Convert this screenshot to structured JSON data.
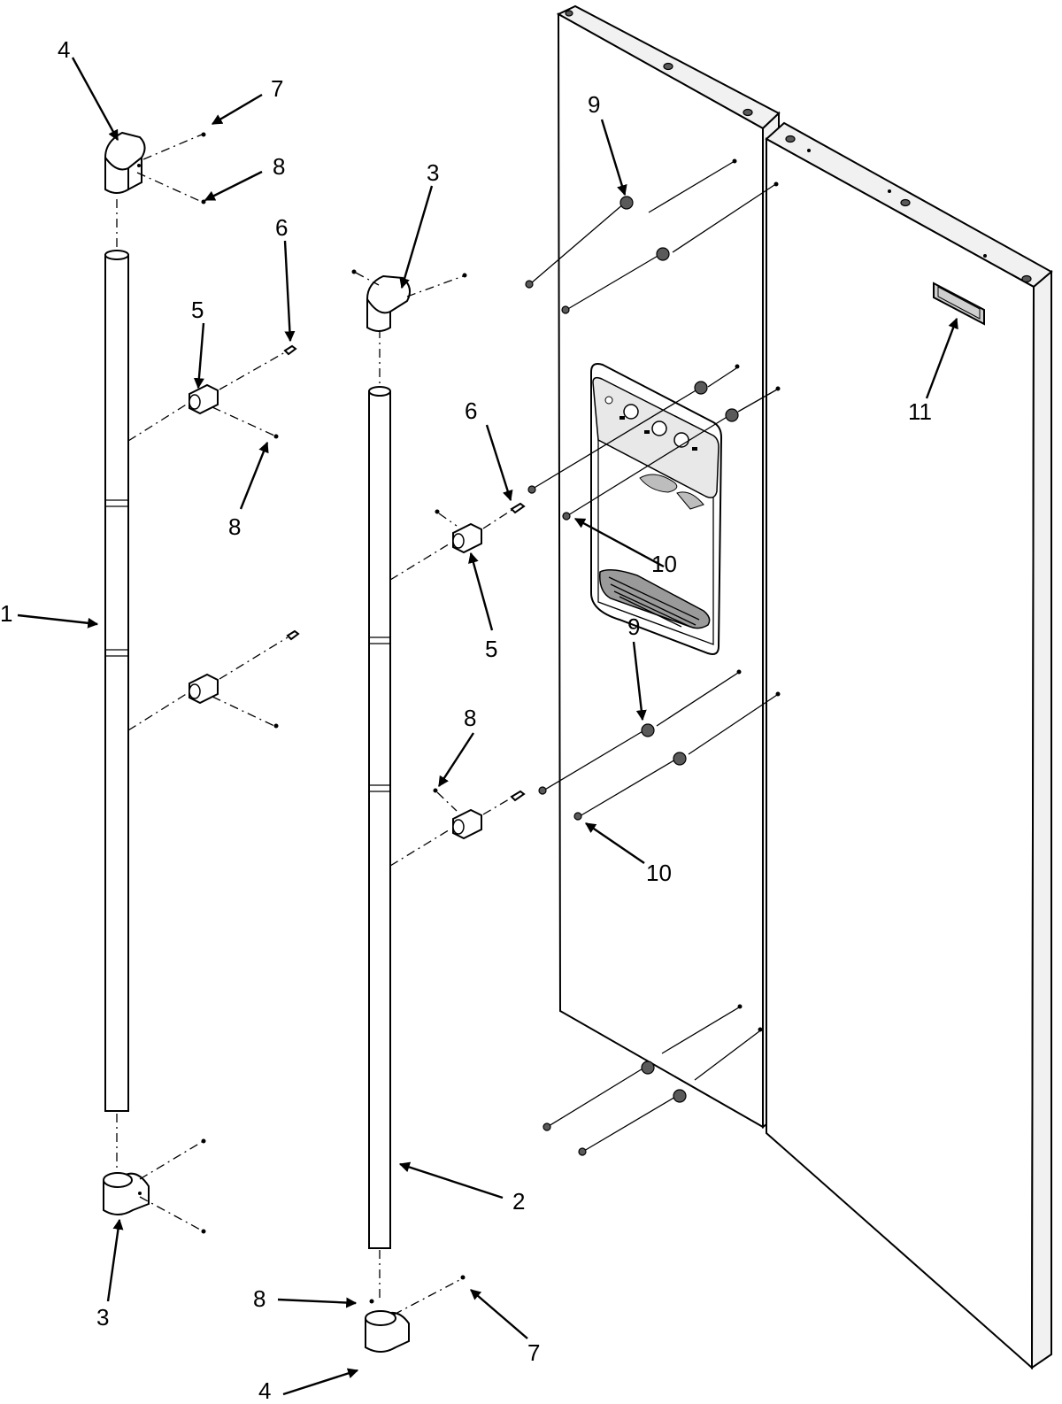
{
  "callouts": {
    "c1": "1",
    "c2": "2",
    "c3_top": "3",
    "c3_bottom": "3",
    "c4_top": "4",
    "c4_bottom": "4",
    "c5_left": "5",
    "c5_mid": "5",
    "c6_left": "6",
    "c6_mid": "6",
    "c7_top": "7",
    "c7_bottom": "7",
    "c8_top": "8",
    "c8_left": "8",
    "c8_mid": "8",
    "c8_bottom": "8",
    "c9_top": "9",
    "c9_mid": "9",
    "c10_top": "10",
    "c10_bottom": "10",
    "c11": "11"
  }
}
